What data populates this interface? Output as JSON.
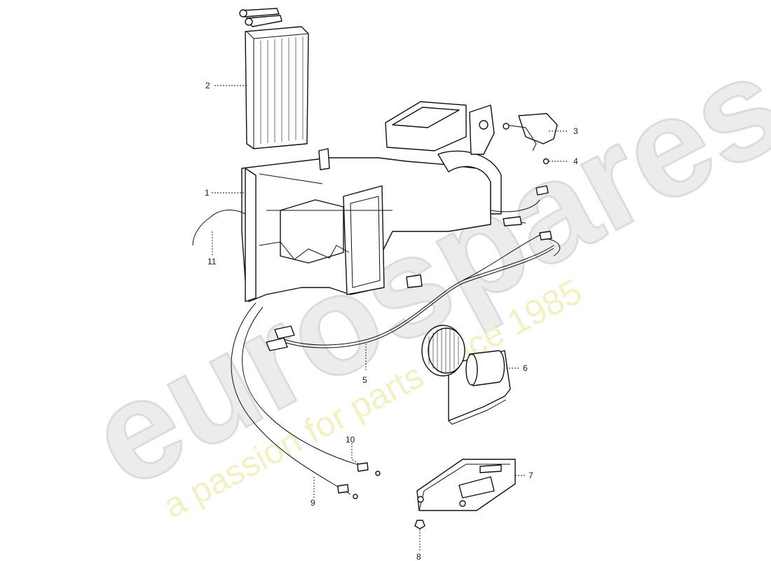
{
  "watermark": {
    "brand": "eurospares",
    "tagline": "a passion for parts since 1985",
    "brand_color": "#e6e6e6",
    "tagline_color": "#eeeeb0"
  },
  "callouts": [
    {
      "id": "1",
      "label": "1"
    },
    {
      "id": "2",
      "label": "2"
    },
    {
      "id": "3",
      "label": "3"
    },
    {
      "id": "4",
      "label": "4"
    },
    {
      "id": "5",
      "label": "5"
    },
    {
      "id": "6",
      "label": "6"
    },
    {
      "id": "7",
      "label": "7"
    },
    {
      "id": "8",
      "label": "8"
    },
    {
      "id": "9",
      "label": "9"
    },
    {
      "id": "10",
      "label": "10"
    },
    {
      "id": "11",
      "label": "11"
    }
  ]
}
